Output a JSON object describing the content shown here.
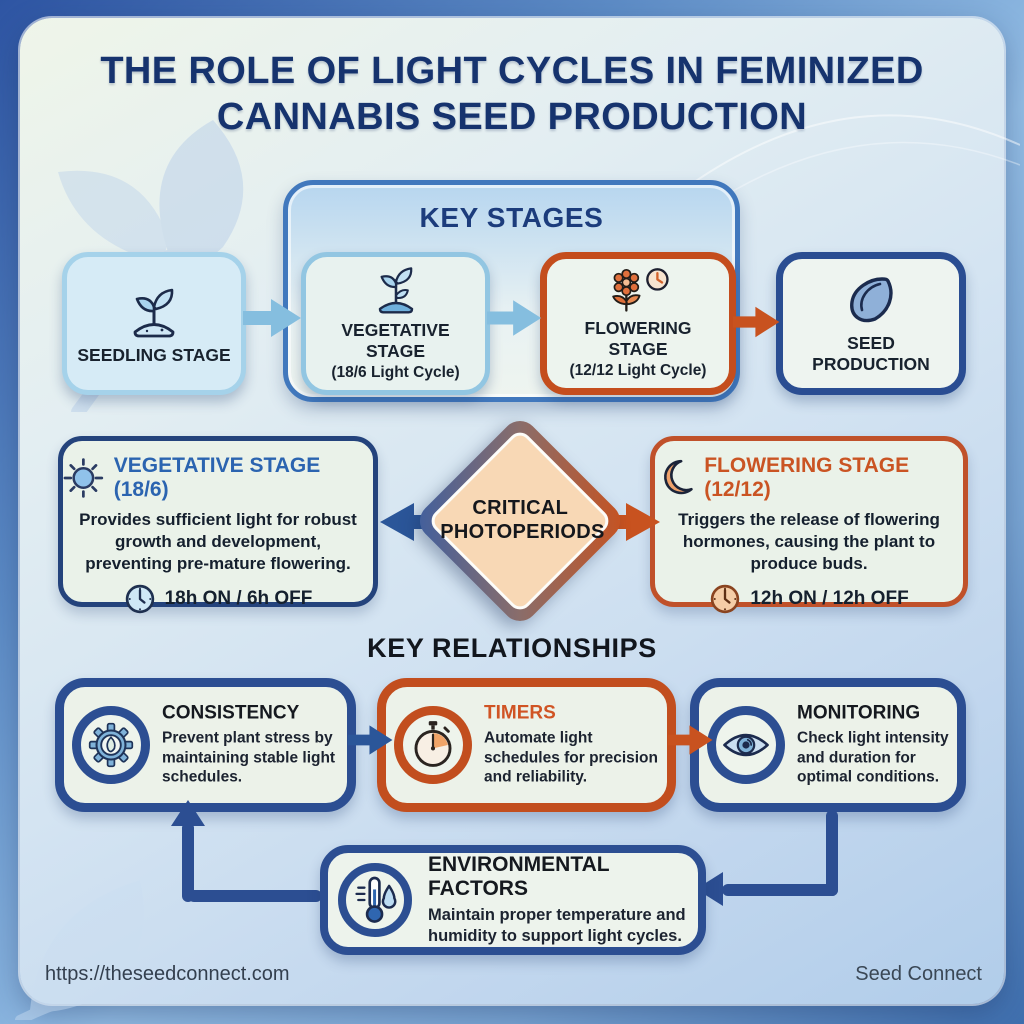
{
  "title": {
    "text": "THE ROLE OF LIGHT CYCLES IN FEMINIZED CANNABIS SEED PRODUCTION"
  },
  "key_stages": {
    "heading": "KEY STAGES",
    "stages": [
      {
        "label": "SEEDLING STAGE",
        "icon": "seedling-icon"
      },
      {
        "label": "VEGETATIVE STAGE",
        "sub": "(18/6 Light Cycle)",
        "icon": "plant-icon"
      },
      {
        "label": "FLOWERING STAGE",
        "sub": "(12/12 Light Cycle)",
        "icon": "flower-clock-icon"
      },
      {
        "label": "SEED PRODUCTION",
        "icon": "seed-icon"
      }
    ]
  },
  "critical_photoperiods": {
    "diamond_label": "CRITICAL PHOTOPERIODS",
    "vegetative": {
      "heading": "VEGETATIVE STAGE (18/6)",
      "description": "Provides sufficient light for robust growth and development, preventing pre-mature flowering.",
      "schedule": "18h ON / 6h OFF",
      "icon": "sun-icon"
    },
    "flowering": {
      "heading": "FLOWERING STAGE (12/12)",
      "description": "Triggers the release of flowering hormones, causing the plant to produce buds.",
      "schedule": "12h ON / 12h OFF",
      "icon": "moon-icon"
    }
  },
  "key_relationships": {
    "heading": "KEY RELATIONSHIPS",
    "items": [
      {
        "name": "CONSISTENCY",
        "description": "Prevent plant stress by maintaining stable light schedules.",
        "icon": "gear-leaf-icon"
      },
      {
        "name": "TIMERS",
        "description": "Automate light schedules for precision and reliability.",
        "icon": "stopwatch-icon"
      },
      {
        "name": "MONITORING",
        "description": "Check light intensity and duration for optimal conditions.",
        "icon": "eye-icon"
      }
    ],
    "environmental": {
      "name": "ENVIRONMENTAL FACTORS",
      "description": "Maintain proper temperature and humidity to support light cycles.",
      "icon": "thermometer-droplet-icon"
    }
  },
  "footer": {
    "url": "https://theseedconnect.com",
    "brand": "Seed Connect"
  },
  "colors": {
    "title_navy": "#16336e",
    "accent_navy": "#2c4e92",
    "accent_orange": "#c8521f",
    "light_blue": "#85bedf",
    "peach": "#f8d8b5"
  }
}
